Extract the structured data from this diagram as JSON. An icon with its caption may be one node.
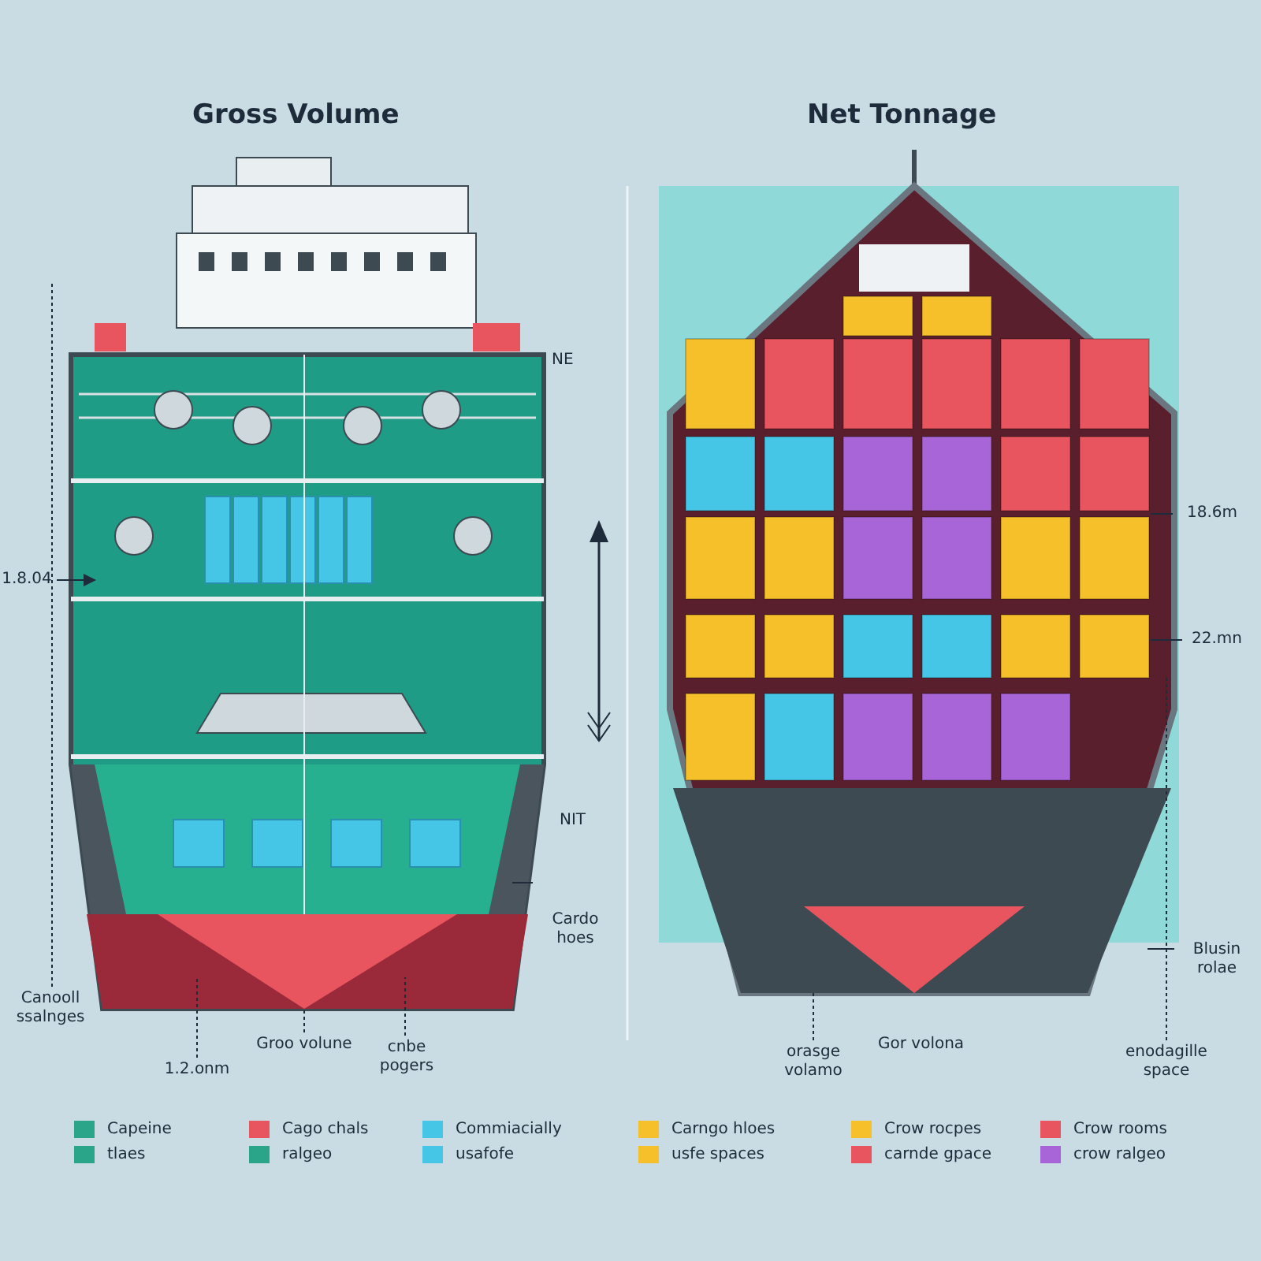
{
  "diagram": {
    "nodes": [
      {
        "text": [
          "1.8.04"
        ]
      },
      {
        "text": [
          "Cardo hoes"
        ]
      },
      {
        "text": [
          "Canooll ssalnges"
        ]
      },
      {
        "text": [
          "1.2.onm"
        ]
      },
      {
        "text": [
          "Groo volune"
        ]
      },
      {
        "text": [
          "cnbe pogers"
        ]
      },
      {
        "text": [
          "18.6m"
        ]
      },
      {
        "text": [
          "22.mn"
        ]
      },
      {
        "text": [
          "Blusin rolae"
        ]
      },
      {
        "text": [
          "orasge volamo"
        ]
      },
      {
        "text": [
          "enodagille space"
        ]
      }
    ],
    "edges": [
      {
        "from": 0,
        "to": null,
        "arrow": "to"
      },
      {
        "from": 1,
        "to": null,
        "arrow": "none"
      },
      {
        "from": 2,
        "to": null,
        "arrow": "none",
        "style": "dashed"
      },
      {
        "from": 3,
        "to": null,
        "arrow": "none",
        "style": "dashed"
      },
      {
        "from": 4,
        "to": null,
        "arrow": "none",
        "style": "dashed"
      },
      {
        "from": 5,
        "to": null,
        "arrow": "none",
        "style": "dashed"
      },
      {
        "from": 6,
        "to": null,
        "arrow": "none"
      },
      {
        "from": 7,
        "to": null,
        "arrow": "none"
      },
      {
        "from": 8,
        "to": null,
        "arrow": "none"
      },
      {
        "from": 9,
        "to": null,
        "arrow": "none",
        "style": "dashed"
      },
      {
        "from": 10,
        "to": null,
        "arrow": "none",
        "style": "dashed"
      }
    ],
    "labels": [
      "Gross Volume",
      "Net Tonnage",
      "NE",
      "NIT",
      "Gor volona"
    ],
    "legend": [
      {
        "text": "Capeine",
        "color": "#2aa58a"
      },
      {
        "text": "tlaes",
        "color": "#2aa58a"
      },
      {
        "text": "Cago chals",
        "color": "#e8555e"
      },
      {
        "text": "ralgeo",
        "color": "#2aa58a"
      },
      {
        "text": "Commiacially",
        "color": "#45c6e6"
      },
      {
        "text": "usafofe",
        "color": "#45c6e6"
      },
      {
        "text": "Carngo hloes",
        "color": "#f5c02a"
      },
      {
        "text": "usfe spaces",
        "color": "#f5c02a"
      },
      {
        "text": "Crow rocpes",
        "color": "#f5c02a"
      },
      {
        "text": "carnde gpace",
        "color": "#e8555e"
      },
      {
        "text": "Crow rooms",
        "color": "#e8555e"
      },
      {
        "text": "crow ralgeo",
        "color": "#a865d8"
      }
    ]
  }
}
